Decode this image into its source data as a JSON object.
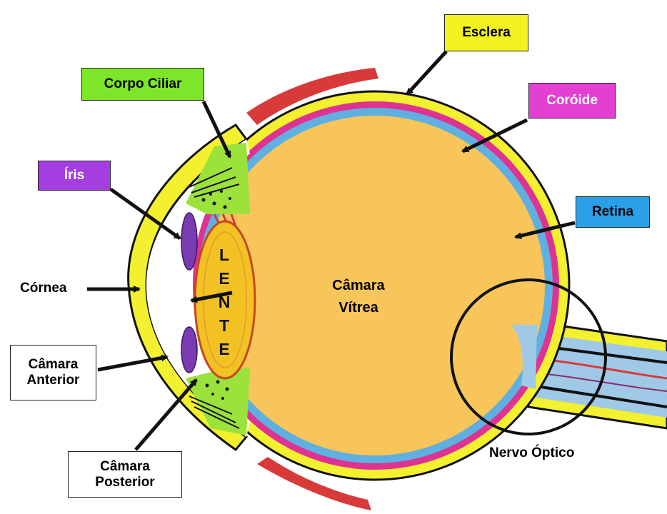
{
  "labels": {
    "esclera": "Esclera",
    "coroide": "Coróide",
    "corpo_ciliar": "Corpo Ciliar",
    "iris": "Íris",
    "retina": "Retina",
    "cornea": "Córnea",
    "camara_anterior_line1": "Câmara",
    "camara_anterior_line2": "Anterior",
    "camara_posterior_line1": "Câmara",
    "camara_posterior_line2": "Posterior",
    "camara_vitrea_line1": "Câmara",
    "camara_vitrea_line2": "Vítrea",
    "nervo_optico": "Nervo Óptico",
    "lente_letters": [
      "L",
      "E",
      "N",
      "T",
      "E"
    ]
  },
  "colors": {
    "esclera_box": "#f2f21e",
    "coroide_box": "#e33fd2",
    "corpo_ciliar_box": "#7ee62a",
    "iris_box": "#a43ee0",
    "retina_box": "#2aa0e8",
    "vitreous": "#f7c55a",
    "sclera": "#f3f030",
    "choroid": "#de3392",
    "retina_layer": "#5fb0e0",
    "ciliary": "#9be23a",
    "lens": "#f2c224",
    "iris_tissue": "#7a3bb3",
    "muscle": "#d83a3a",
    "nerve": "#9fc9e6"
  }
}
